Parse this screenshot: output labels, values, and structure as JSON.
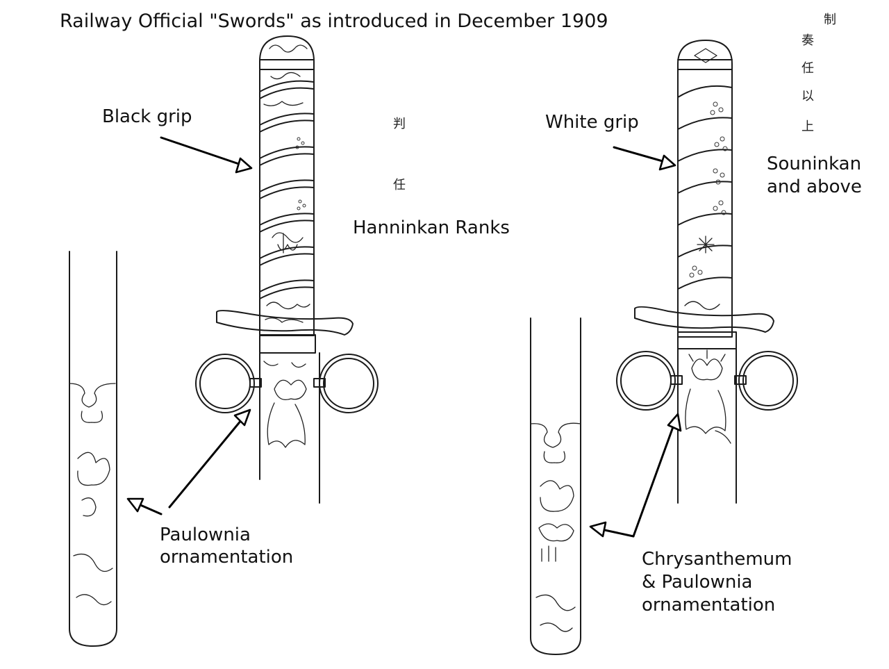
{
  "title": "Railway Official \"Swords\" as introduced in December 1909",
  "left_sword": {
    "grip_label": "Black grip",
    "rank_label": "Hanninkan Ranks",
    "ornament_label_lines": [
      "Paulownia",
      "ornamentation"
    ],
    "kanji": [
      "判",
      "任"
    ]
  },
  "right_sword": {
    "grip_label": "White grip",
    "rank_label_lines": [
      "Souninkan",
      "and above"
    ],
    "ornament_label_lines": [
      "Chrysanthemum",
      "& Paulownia",
      "ornamentation"
    ],
    "kanji": [
      "制",
      "奏",
      "任",
      "以",
      "上"
    ]
  }
}
